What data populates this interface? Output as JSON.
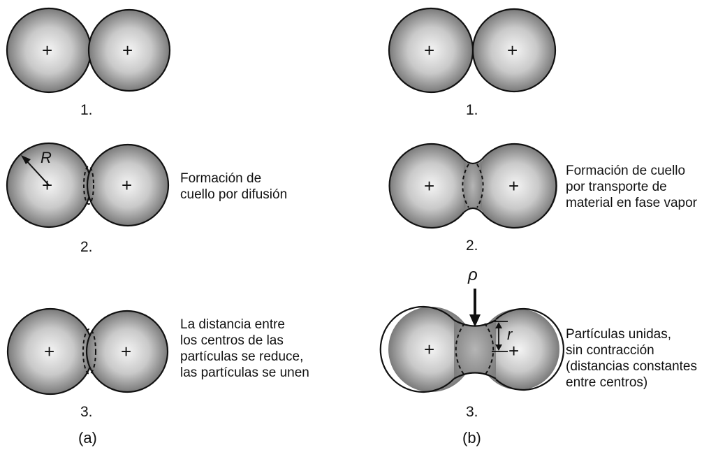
{
  "panel_a": {
    "label": "(a)",
    "steps": [
      {
        "number": "1.",
        "caption": ""
      },
      {
        "number": "2.",
        "caption": "Formación de\ncuello por difusión"
      },
      {
        "number": "3.",
        "caption": "La distancia entre\nlos centros de las\npartículas se reduce,\nlas partículas se unen"
      }
    ]
  },
  "panel_b": {
    "label": "(b)",
    "steps": [
      {
        "number": "1.",
        "caption": ""
      },
      {
        "number": "2.",
        "caption": "Formación de cuello\npor transporte de\nmaterial en fase vapor"
      },
      {
        "number": "3.",
        "caption": "Partículas unidas,\nsin contracción\n(distancias constantes\nentre centros)"
      }
    ]
  },
  "symbols": {
    "radius": "R",
    "neck_radius": "r",
    "curvature": "ρ",
    "center_mark": "+"
  },
  "colors": {
    "sphere_highlight": "#f4f4f4",
    "sphere_shadow": "#7a7a7a",
    "outline": "#111111"
  }
}
